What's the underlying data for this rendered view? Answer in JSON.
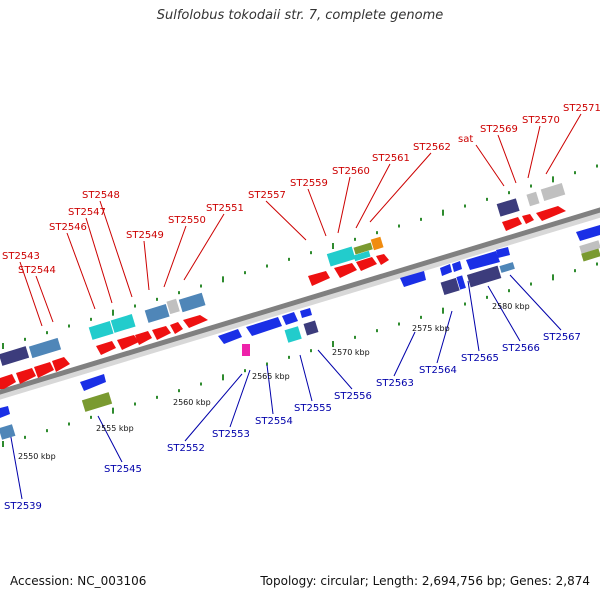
{
  "title": "Sulfolobus tokodaii str. 7, complete genome",
  "footer": {
    "accession": "Accession: NC_003106",
    "summary": "Topology: circular; Length: 2,694,756 bp; Genes: 2,874"
  },
  "colors": {
    "backbone": "#808080",
    "forward_label": "#cc0000",
    "reverse_label": "#0000aa",
    "tick": "#2e8b2e",
    "red": "#ee1111",
    "blue": "#1a2fe6",
    "cyan": "#22cccc",
    "steel": "#4f86b8",
    "navy": "#3c3c7c",
    "olive": "#7a9a30",
    "orange": "#f08c10",
    "grey": "#c0c0c0",
    "magenta": "#ee22aa"
  },
  "scale_labels": [
    "2550 kbp",
    "2555 kbp",
    "2560 kbp",
    "2565 kbp",
    "2570 kbp",
    "2575 kbp",
    "2580 kbp"
  ],
  "forward_labels": [
    "ST2543",
    "ST2544",
    "ST2546",
    "ST2547",
    "ST2548",
    "ST2549",
    "ST2550",
    "ST2551",
    "ST2557",
    "ST2559",
    "ST2560",
    "ST2561",
    "ST2562",
    "sat",
    "ST2569",
    "ST2570",
    "ST2571"
  ],
  "reverse_labels": [
    "ST2539",
    "ST2545",
    "ST2552",
    "ST2553",
    "ST2554",
    "ST2555",
    "ST2556",
    "ST2563",
    "ST2564",
    "ST2565",
    "ST2566",
    "ST2567"
  ]
}
